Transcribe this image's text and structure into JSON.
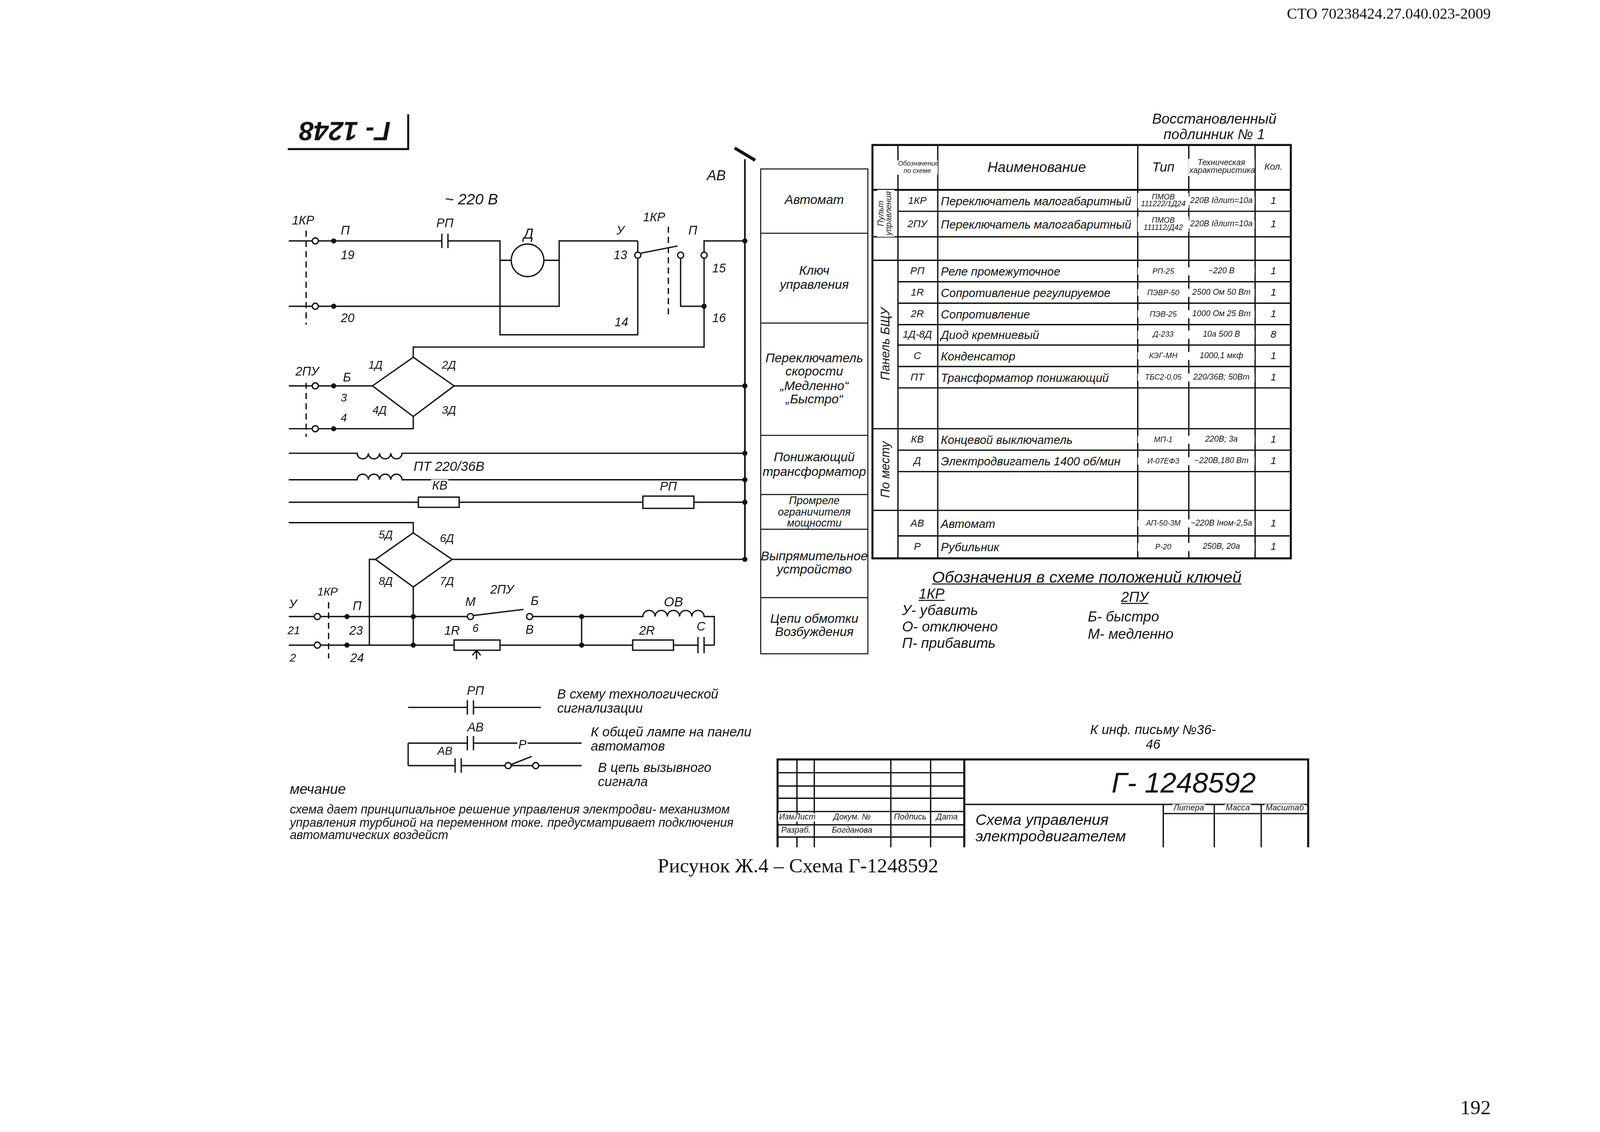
{
  "diagram": {
    "caption": "Рисунок Ж.4 – Схема Г-1248592",
    "nodes": [
      {
        "text": [
          "Автомат"
        ]
      },
      {
        "text": [
          "Ключ управления"
        ]
      },
      {
        "text": [
          "Переключатель скорости „Медленно“ „Быстро“"
        ]
      },
      {
        "text": [
          "Понижающий трансформатор"
        ]
      },
      {
        "text": [
          "Промреле ограничителя мощности"
        ]
      },
      {
        "text": [
          "Выпрямительное устройство"
        ]
      },
      {
        "text": [
          "Цепи обмотки Возбуждения"
        ]
      }
    ],
    "labels": [
      "СТО 70238424.27.040.023-2009",
      "192",
      "Г- 1248",
      "~ 220 В",
      "1КР",
      "П",
      "19",
      "РП",
      "Д",
      "У",
      "13",
      "1КР",
      "П",
      "15",
      "20",
      "14",
      "16",
      "2ПУ",
      "Б",
      "3",
      "4",
      "1Д",
      "2Д",
      "4Д",
      "3Д",
      "ПТ 220/36В",
      "КВ",
      "РП",
      "5Д",
      "6Д",
      "8Д",
      "7Д",
      "У",
      "1КР",
      "П",
      "21",
      "23",
      "2",
      "24",
      "М",
      "2ПУ",
      "Б",
      "6",
      "В",
      "ОВ",
      "1R",
      "2R",
      "С",
      "АВ",
      "Восстановленный подлинник № 1",
      "Обозначение по схеме",
      "Наименование",
      "Тип",
      "Техническая характеристика",
      "Кол.",
      "Пульт управления",
      "Панель БЩУ",
      "По месту",
      "1КР",
      "Переключатель малогабаритный",
      "ПМОВ 111222/1Д24",
      "220В Iдлит=10а",
      "1",
      "2ПУ",
      "Переключатель малогабаритный",
      "ПМОВ 111112/Д42",
      "220В Iдлит=10а",
      "1",
      "РП",
      "Реле промежуточное",
      "РП-25",
      "~220 В",
      "1",
      "1R",
      "Сопротивление регулируемое",
      "ПЭВР-50",
      "2500 Ом 50 Вт",
      "1",
      "2R",
      "Сопротивление",
      "ПЭВ-25",
      "1000 Ом 25 Вт",
      "1",
      "1Д-8Д",
      "Диод кремниевый",
      "Д-233",
      "10а 500 В",
      "8",
      "С",
      "Конденсатор",
      "КЭГ-МН",
      "1000,1 мкф",
      "1",
      "ПТ",
      "Трансформатор понижающий",
      "ТБС2-0,05",
      "220/36В; 50Вт",
      "1",
      "КВ",
      "Концевой выключатель",
      "МП-1",
      "220В; 3а",
      "1",
      "Д",
      "Электродвигатель 1400 об/мин",
      "И-07ЕФ3",
      "~220В,180 Вт",
      "1",
      "АВ",
      "Автомат",
      "АП-50-3М",
      "~220В Iном-2,5а",
      "1",
      "Р",
      "Рубильник",
      "Р-20",
      "250В, 20а",
      "1",
      "Обозначения в схеме положений ключей",
      "1КР",
      "2ПУ",
      "У- убавить",
      "О- отключено",
      "П- прибавить",
      "Б- быстро",
      "М- медленно",
      "РП",
      "В схему технологической сигнализации",
      "АВ",
      "К общей лампе на панели автоматов",
      "АВ",
      "Р",
      "В цепь вызывного сигнала",
      "мечание",
      "схема дает принципиальное решение управления электродви- механизмом управления турбиной на переменном токе. предусматривает подключения автоматических воздейст",
      "К инф. письму №36-46",
      "Г- 1248592",
      "Изм",
      "Лист",
      "Докум. №",
      "Подпись",
      "Дата",
      "Разраб.",
      "Богданова",
      "Схема управления электродвигателем",
      "Литера",
      "Масса",
      "Масштаб"
    ]
  }
}
